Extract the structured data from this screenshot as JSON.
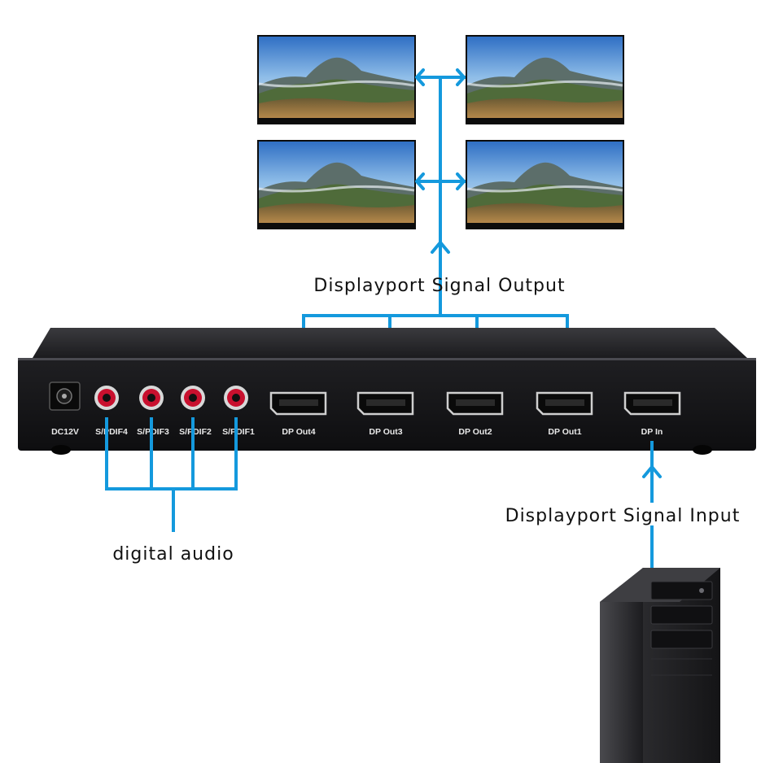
{
  "labels": {
    "output": "Displayport Signal Output",
    "input": "Displayport Signal Input",
    "audio": "digital audio"
  },
  "ports": {
    "power": "DC12V",
    "spdif": [
      "S/PDIF4",
      "S/PDIF3",
      "S/PDIF2",
      "S/PDIF1"
    ],
    "outputs": [
      "DP Out4",
      "DP Out3",
      "DP Out2",
      "DP Out1"
    ],
    "input": "DP In"
  },
  "colors": {
    "wire": "#1499dd",
    "chassis": "#1c1c1e",
    "rca_ring": "#c8102e"
  },
  "icons": {
    "monitor": "landscape-monitor-icon",
    "computer": "tower-pc-icon"
  }
}
